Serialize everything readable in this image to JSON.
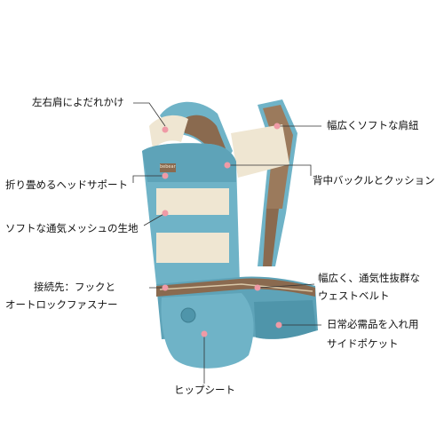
{
  "colors": {
    "teal": "#6fb3c7",
    "teal_dark": "#4f95aa",
    "cream": "#efe6d2",
    "brown": "#8a6a4f",
    "pointer": "#ef9aa6",
    "line": "#333333"
  },
  "labels": {
    "shoulder_cover": "左右肩によだれかけ",
    "wide_strap": "幅広くソフトな肩紐",
    "fold_head": "折り畳めるヘッドサポート",
    "back_buckle": "背中バックルとクッション",
    "mesh": "ソフトな通気メッシュの生地",
    "connector_1": "接続先：フックと",
    "connector_2": "オートロックファスナー",
    "waist_1": "幅広く、通気性抜群な",
    "waist_2": "ウェストベルト",
    "pocket_1": "日常必需品を入れ用",
    "pocket_2": "サイドポケット",
    "hip_seat": "ヒップシート"
  },
  "brand_tag": "bebear"
}
